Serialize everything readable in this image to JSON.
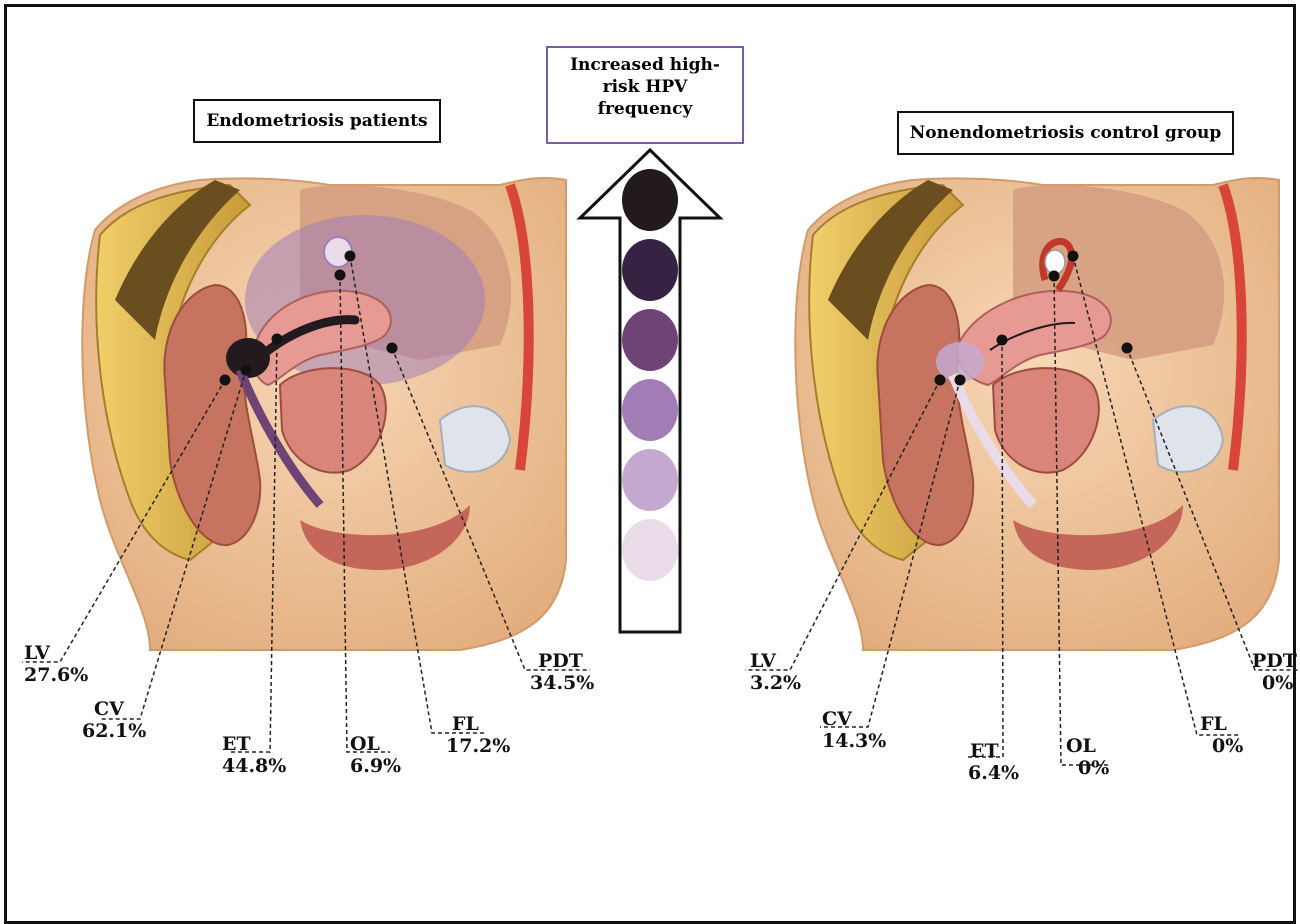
{
  "legend": {
    "title": "Increased high-risk HPV frequency",
    "title_lines": [
      "Increased high-",
      "risk HPV",
      "frequency"
    ],
    "scale_colors": [
      "#231a20",
      "#362343",
      "#6d4475",
      "#a27db5",
      "#c6a9d0",
      "#eadbe9"
    ]
  },
  "panels": [
    {
      "id": "endometriosis",
      "title": "Endometriosis patients",
      "sites": [
        {
          "site": "LV",
          "value": "27.6%",
          "highlight_color": "#231a20"
        },
        {
          "site": "CV",
          "value": "62.1%",
          "highlight_color": "#231a20"
        },
        {
          "site": "ET",
          "value": "44.8%",
          "highlight_color": "#362343"
        },
        {
          "site": "OL",
          "value": "6.9%",
          "highlight_color": "#eadbe9"
        },
        {
          "site": "FL",
          "value": "17.2%",
          "highlight_color": "#c6a9d0"
        },
        {
          "site": "PDT",
          "value": "34.5%",
          "highlight_color": "#a27db5"
        }
      ]
    },
    {
      "id": "control",
      "title": "Nonendometriosis control group",
      "sites": [
        {
          "site": "LV",
          "value": "3.2%",
          "highlight_color": "#eadbe9"
        },
        {
          "site": "CV",
          "value": "14.3%",
          "highlight_color": "#c6a9d0"
        },
        {
          "site": "ET",
          "value": "6.4%",
          "highlight_color": "#eadbe9"
        },
        {
          "site": "OL",
          "value": "0%",
          "highlight_color": "none"
        },
        {
          "site": "FL",
          "value": "0%",
          "highlight_color": "none"
        },
        {
          "site": "PDT",
          "value": "0%",
          "highlight_color": "none"
        }
      ]
    }
  ],
  "colors": {
    "frame": "#111111",
    "legend_border": "#7b5aa6",
    "skin": "#f0c9a0",
    "skin_dark": "#dca676",
    "bone": "#e7c35a",
    "tissue": "#d9857a",
    "uterus": "#e79a93"
  }
}
